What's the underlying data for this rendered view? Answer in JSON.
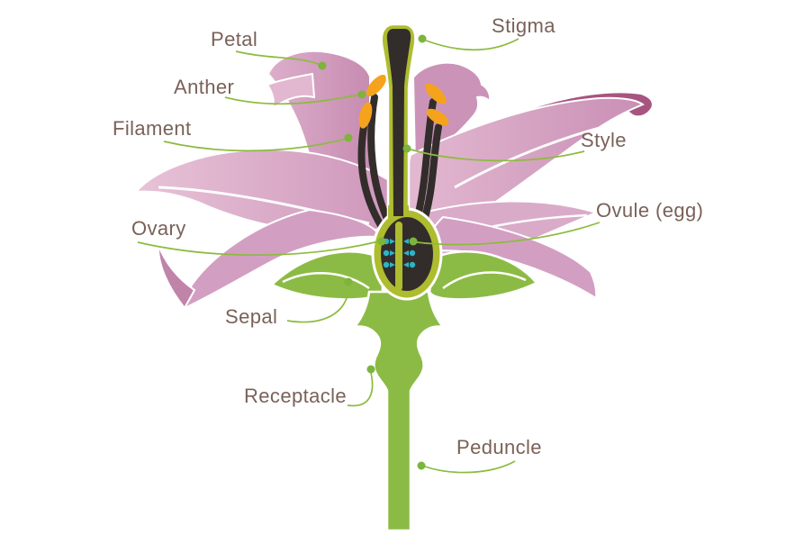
{
  "diagram_type": "flower-anatomy-cross-section",
  "labels": [
    {
      "id": "petal",
      "text": "Petal"
    },
    {
      "id": "anther",
      "text": "Anther"
    },
    {
      "id": "filament",
      "text": "Filament"
    },
    {
      "id": "ovary",
      "text": "Ovary"
    },
    {
      "id": "sepal",
      "text": "Sepal"
    },
    {
      "id": "receptacle",
      "text": "Receptacle"
    },
    {
      "id": "peduncle",
      "text": "Peduncle"
    },
    {
      "id": "stigma",
      "text": "Stigma"
    },
    {
      "id": "style",
      "text": "Style"
    },
    {
      "id": "ovule",
      "text": "Ovule (egg)"
    }
  ],
  "colors": {
    "background": "#ffffff",
    "petal_main": "#d49fc1",
    "petal_light": "#e7c3d7",
    "petal_dark_edge": "#a85480",
    "leaf_green": "#8cbb45",
    "pistil_olive": "#aebc2f",
    "stamen_dark": "#322d2b",
    "anther_orange": "#f5a31c",
    "ovule_teal": "#2fb3c5",
    "leader_line": "#8cbb3d",
    "leader_dot": "#7cb43c",
    "label_text": "#7a6158"
  }
}
